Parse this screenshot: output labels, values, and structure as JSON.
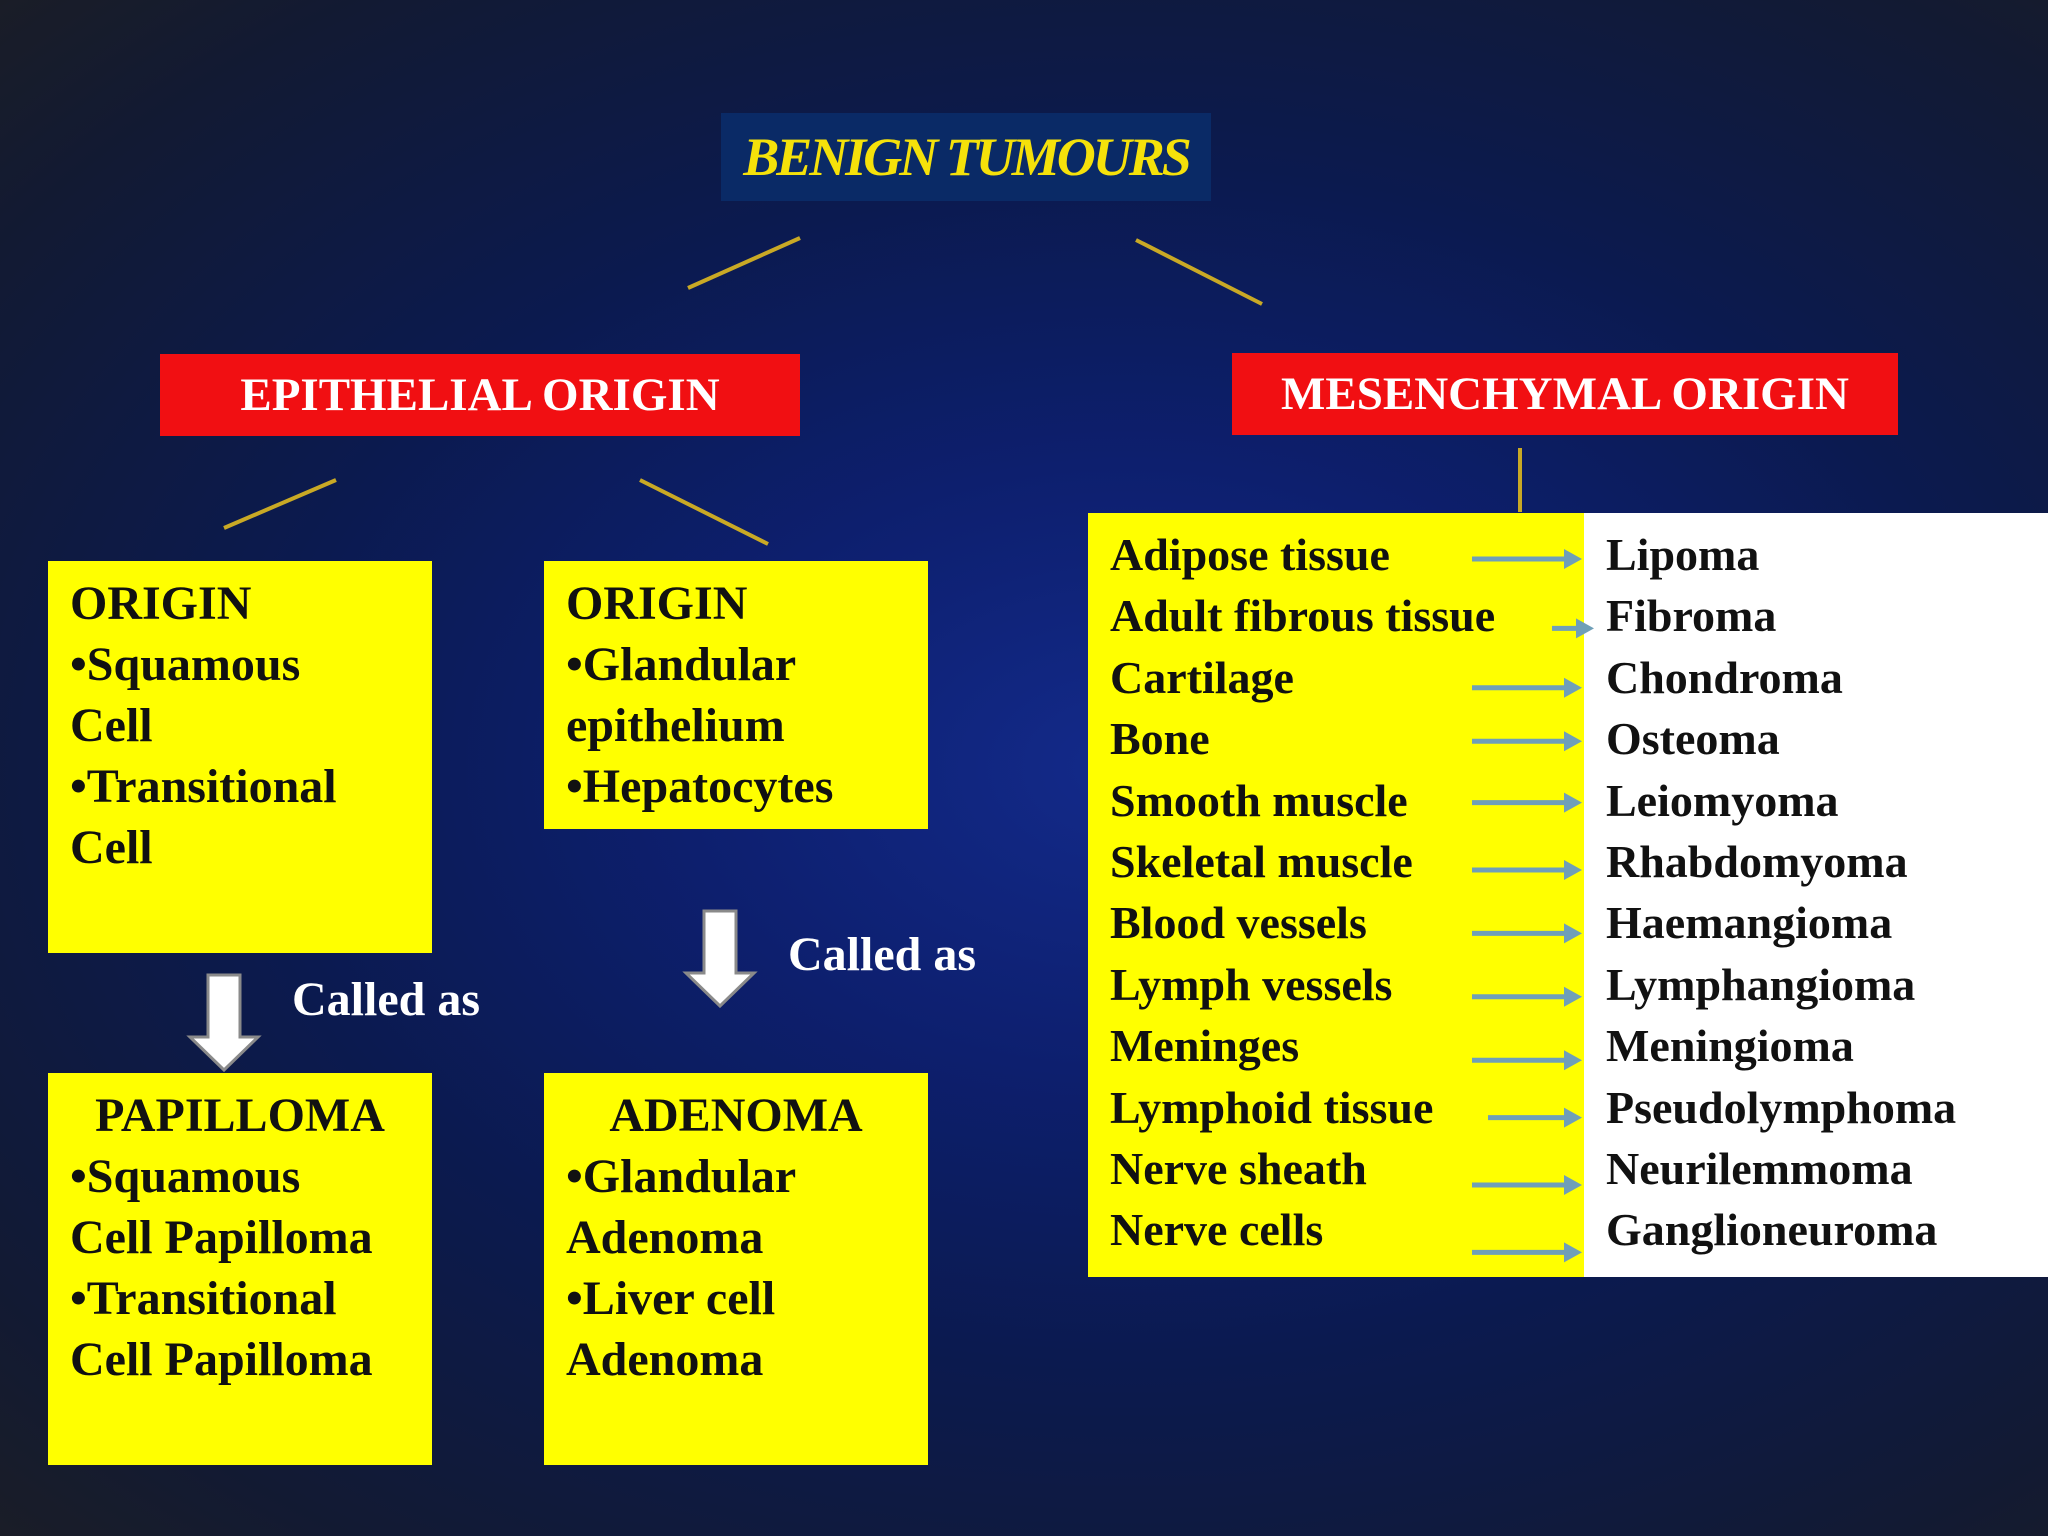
{
  "title": "BENIGN TUMOURS",
  "epithelial": {
    "header": "EPITHELIAL ORIGIN",
    "origin_squamous": [
      "ORIGIN",
      "•Squamous",
      "Cell",
      "•Transitional",
      "Cell"
    ],
    "origin_glandular": [
      "ORIGIN",
      "•Glandular",
      "epithelium",
      "•Hepatocytes"
    ],
    "called_as": "Called as",
    "papilloma": [
      "PAPILLOMA",
      "•Squamous",
      "Cell Papilloma",
      "•Transitional",
      "Cell Papilloma"
    ],
    "adenoma": [
      "ADENOMA",
      "•Glandular",
      "Adenoma",
      "•Liver cell",
      "Adenoma"
    ]
  },
  "mesenchymal": {
    "header": "MESENCHYMAL ORIGIN",
    "rows": [
      {
        "tissue": "Adipose tissue",
        "tumour": "Lipoma"
      },
      {
        "tissue": "Adult fibrous tissue",
        "tumour": "Fibroma"
      },
      {
        "tissue": "Cartilage",
        "tumour": "Chondroma"
      },
      {
        "tissue": "Bone",
        "tumour": "Osteoma"
      },
      {
        "tissue": "Smooth muscle",
        "tumour": "Leiomyoma"
      },
      {
        "tissue": "Skeletal muscle",
        "tumour": "Rhabdomyoma"
      },
      {
        "tissue": "Blood vessels",
        "tumour": "Haemangioma"
      },
      {
        "tissue": "Lymph vessels",
        "tumour": "Lymphangioma"
      },
      {
        "tissue": "Meninges",
        "tumour": "Meningioma"
      },
      {
        "tissue": "Lymphoid tissue",
        "tumour": "Pseudolymphoma"
      },
      {
        "tissue": "Nerve sheath",
        "tumour": "Neurilemmoma"
      },
      {
        "tissue": "Nerve cells",
        "tumour": "Ganglioneuroma"
      }
    ]
  },
  "colors": {
    "title_text": "#f5e10a",
    "title_bg": "#0a2a66",
    "header_bg": "#f10f12",
    "box_bg": "#ffff00",
    "connector": "#c9a925",
    "row_arrow": "#6f9fb8"
  }
}
